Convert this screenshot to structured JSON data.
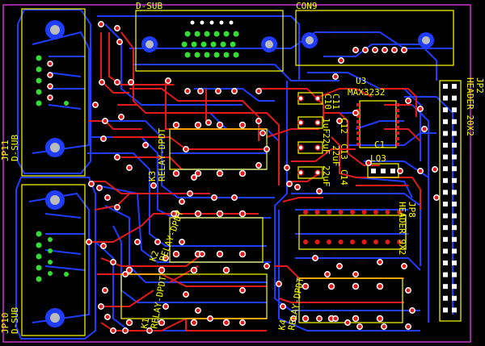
{
  "colors": {
    "background": "#000000",
    "board_outline": "#cc33cc",
    "bottom_copper": "#1f3cff",
    "top_copper": "#e11b1b",
    "silkscreen": "#ffff00",
    "pad_green": "#33dd33",
    "via_white": "#ffffff"
  },
  "labels": {
    "dsub_top": "D-SUB",
    "con9": "CON9",
    "jp11": "JP11",
    "dsub_left_top": "D-SUB",
    "jp10": "JP10",
    "dsub_left_bottom": "D-SUB",
    "jp2": "JP2",
    "header_20x2": "HEADER 20X2",
    "u3": "U3",
    "max3232": "MAX3232",
    "c10": "C10",
    "c11": "C11",
    "c12": "C12",
    "c13": "C13",
    "c14": "C14",
    "c1": "C1",
    "lq3": "LQ3",
    "cap1": "1uF",
    "cap2": "22uF",
    "cap3": "22uF",
    "cap4": "22uF",
    "jp8": "JP8",
    "header_9x2": "HEADER 9X2",
    "k3": "K3",
    "relay_k3": "RELAY-DPDT",
    "k2": "K2",
    "relay_k2": "RELAY-DPDT",
    "k1": "K1",
    "relay_k1": "RELAY-DPDT",
    "k4": "K4",
    "relay_k4": "RELAY-DPDT"
  }
}
